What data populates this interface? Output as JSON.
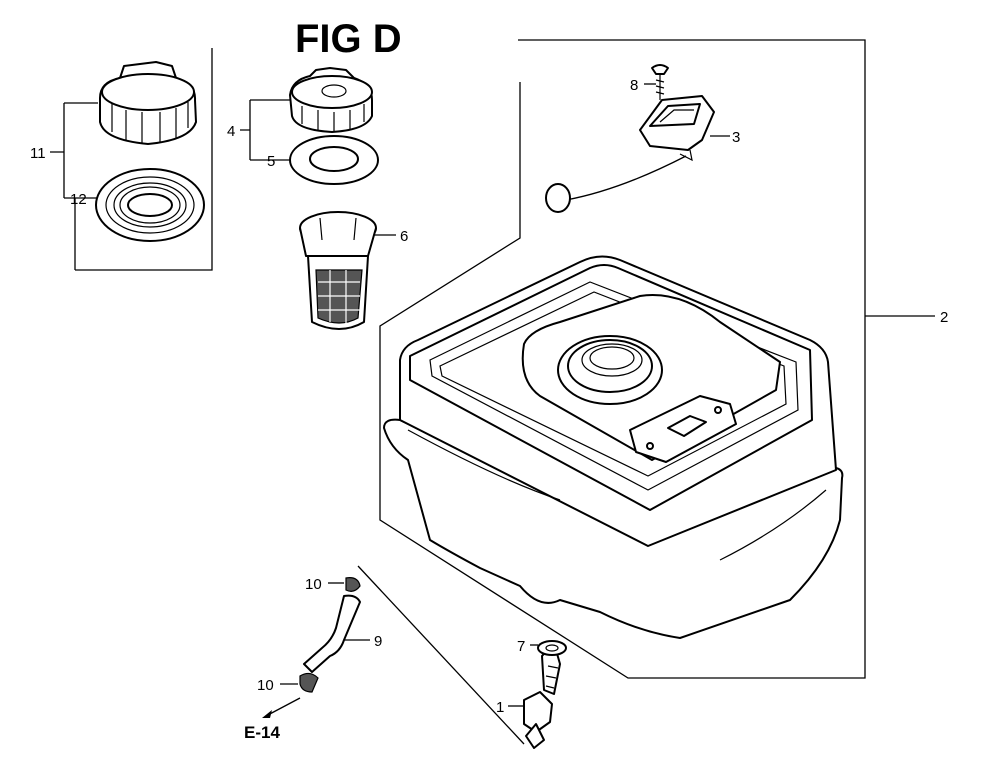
{
  "title": "FIG D",
  "callouts": {
    "c1": "1",
    "c2": "2",
    "c3": "3",
    "c4": "4",
    "c5": "5",
    "c6": "6",
    "c7": "7",
    "c8": "8",
    "c9": "9",
    "c10a": "10",
    "c10b": "10",
    "c11": "11",
    "c12": "12"
  },
  "reference": "E-14"
}
